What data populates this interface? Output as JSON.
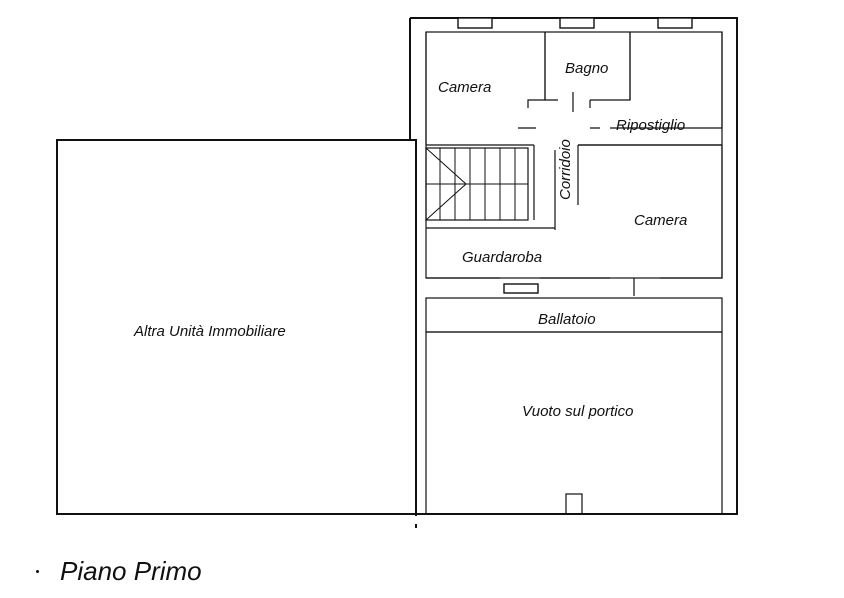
{
  "floor_title": "Piano Primo",
  "rooms": {
    "camera_nw": "Camera",
    "bagno": "Bagno",
    "ripostiglio": "Ripostiglio",
    "corridoio": "Corridoio",
    "camera_e": "Camera",
    "guardaroba": "Guardaroba",
    "ballatoio": "Ballatoio",
    "vuoto": "Vuoto sul portico",
    "altra_unita": "Altra Unità Immobiliare"
  }
}
